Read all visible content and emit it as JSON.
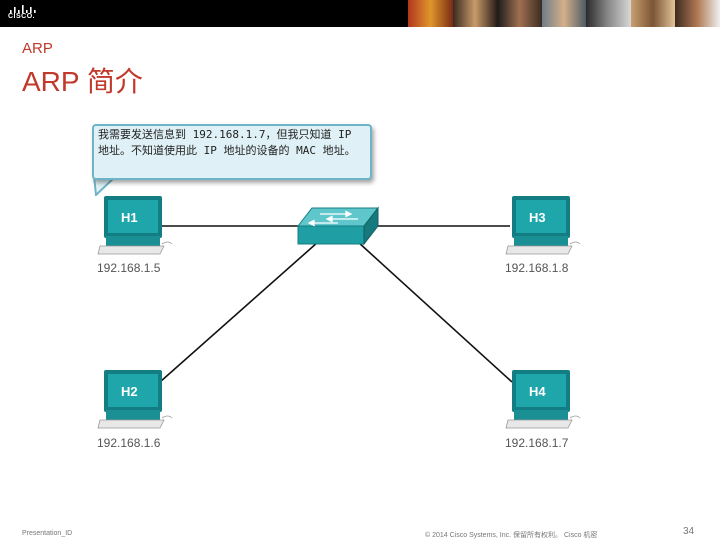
{
  "header": {
    "logo_text": "CISCO."
  },
  "section_label": "ARP",
  "title": "ARP 简介",
  "bubble_text": "我需要发送信息到 192.168.1.7，但我只知道 IP 地址。不知道使用此 IP 地址的设备的 MAC 地址。",
  "hosts": [
    {
      "name": "H1",
      "ip": "192.168.1.5"
    },
    {
      "name": "H3",
      "ip": "192.168.1.8"
    },
    {
      "name": "H2",
      "ip": "192.168.1.6"
    },
    {
      "name": "H4",
      "ip": "192.168.1.7"
    }
  ],
  "colors": {
    "title": "#c0392b",
    "monitor": "#1a8f94",
    "switch": "#1f9ea3",
    "bubble_bg": "#dff1f6",
    "bubble_border": "#6fb3c6"
  },
  "footer": {
    "left": "Presentation_ID",
    "middle": "© 2014 Cisco Systems, Inc. 保留所有权利。 Cisco 机密",
    "page_number": "34"
  }
}
